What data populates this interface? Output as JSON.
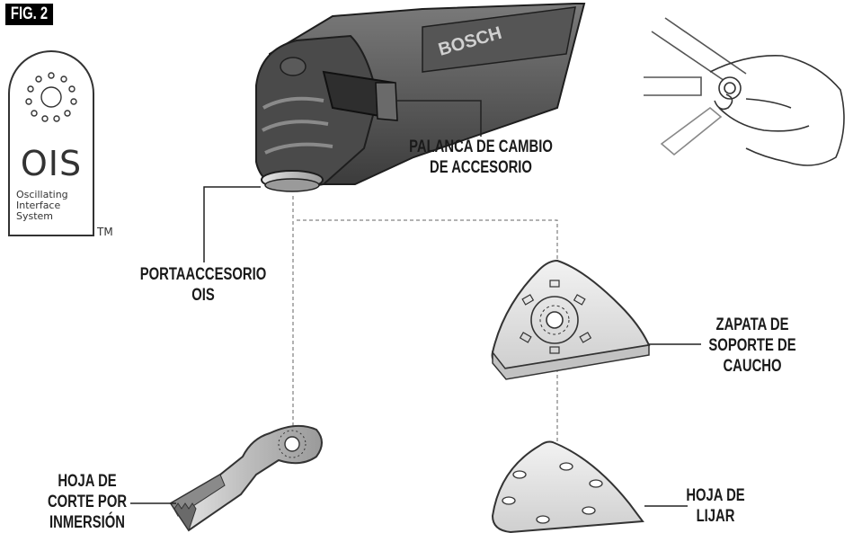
{
  "figure": {
    "tag": "FIG. 2"
  },
  "ois_logo": {
    "mark": "OIS",
    "line1": "Oscillating",
    "line2": "Interface",
    "line3": "System",
    "trademark": "TM"
  },
  "labels": {
    "lever_line1": "PALANCA DE CAMBIO",
    "lever_line2": "DE ACCESORIO",
    "holder_line1": "PORTAACCESORIO",
    "holder_line2": "OIS",
    "pad_line1": "ZAPATA DE",
    "pad_line2": "SOPORTE DE",
    "pad_line3": "CAUCHO",
    "blade_line1": "HOJA DE",
    "blade_line2": "CORTE POR",
    "blade_line3": "INMERSIÓN",
    "sheet_line1": "HOJA DE",
    "sheet_line2": "LIJAR"
  },
  "tool": {
    "brand": "BOSCH"
  },
  "colors": {
    "ink": "#1a1a1a",
    "tool_body": "#5a5a5a",
    "tool_dark": "#2e2e2e",
    "metal": "#c8c8c8",
    "pad_fill": "#e6e6e6"
  }
}
